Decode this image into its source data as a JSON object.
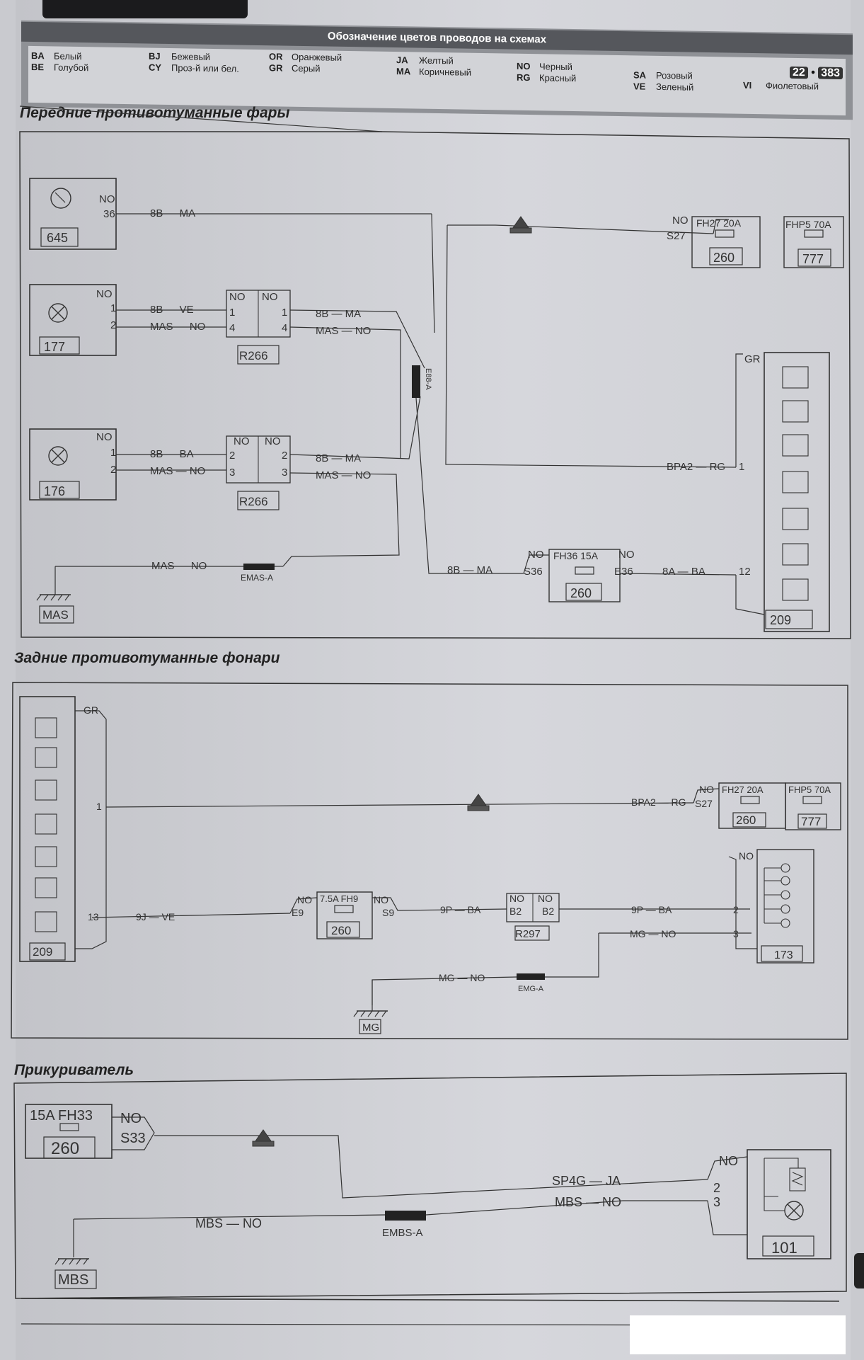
{
  "header": {
    "title": "Обозначение цветов проводов на схемах",
    "page_section": "22",
    "page_number": "383",
    "legend": [
      {
        "code": "BA",
        "name": "Белый"
      },
      {
        "code": "BE",
        "name": "Голубой"
      },
      {
        "code": "BJ",
        "name": "Бежевый"
      },
      {
        "code": "CY",
        "name": "Проз-й или бел."
      },
      {
        "code": "OR",
        "name": "Оранжевый"
      },
      {
        "code": "GR",
        "name": "Серый"
      },
      {
        "code": "JA",
        "name": "Желтый"
      },
      {
        "code": "MA",
        "name": "Коричневый"
      },
      {
        "code": "NO",
        "name": "Черный"
      },
      {
        "code": "RG",
        "name": "Красный"
      },
      {
        "code": "SA",
        "name": "Розовый"
      },
      {
        "code": "VE",
        "name": "Зеленый"
      },
      {
        "code": "VI",
        "name": "Фиолетовый"
      }
    ]
  },
  "sections": {
    "front_fog": "Передние противотуманные фары",
    "rear_fog": "Задние противотуманные фонари",
    "lighter": "Прикуриватель"
  },
  "d1": {
    "c645": "645",
    "c177": "177",
    "c176": "176",
    "r266": "R266",
    "c260": "260",
    "c777": "777",
    "c209": "209",
    "mas": "MAS",
    "no": "NO",
    "gr": "GR",
    "pin36": "36",
    "pin1": "1",
    "pin2": "2",
    "pin3": "3",
    "pin4": "4",
    "pin12": "12",
    "w_8b_ma": "8B — MA",
    "w_8b_ve": "8B — VE",
    "w_8b_ba": "8B — BA",
    "w_mas_no": "MAS — NO",
    "w_bpa2": "BPA2 — RG",
    "w_8a_ba": "8A — BA",
    "s27": "S27",
    "s36": "S36",
    "e36": "E36",
    "fh27": "FH27  20A",
    "fhp5": "FHP5  70A",
    "fh36": "FH36   15A",
    "e88": "E88-A",
    "emas": "EMAS-A"
  },
  "d2": {
    "c209": "209",
    "c260": "260",
    "c777": "777",
    "c173": "173",
    "r297": "R297",
    "mg": "MG",
    "gr": "GR",
    "no": "NO",
    "pin1": "1",
    "pin13": "13",
    "pin2": "2",
    "pin3": "3",
    "w_bpa2": "BPA2 — RG",
    "w_9j_ve": "9J — VE",
    "w_9p_ba": "9P — BA",
    "w_mg_no": "MG — NO",
    "s27": "S27",
    "e9": "E9",
    "s9": "S9",
    "b2": "B2",
    "fh27": "FH27 20A",
    "fhp5": "FHP5  70A",
    "fh9": "7.5A FH9",
    "emg": "EMG-A"
  },
  "d3": {
    "c260": "260",
    "c101": "101",
    "mbs": "MBS",
    "no": "NO",
    "fh33": "15A FH33",
    "s33": "S33",
    "w_sp4g": "SP4G — JA",
    "w_mbs_no": "MBS — NO",
    "pin2": "2",
    "pin3": "3",
    "embs": "EMBS-A"
  }
}
